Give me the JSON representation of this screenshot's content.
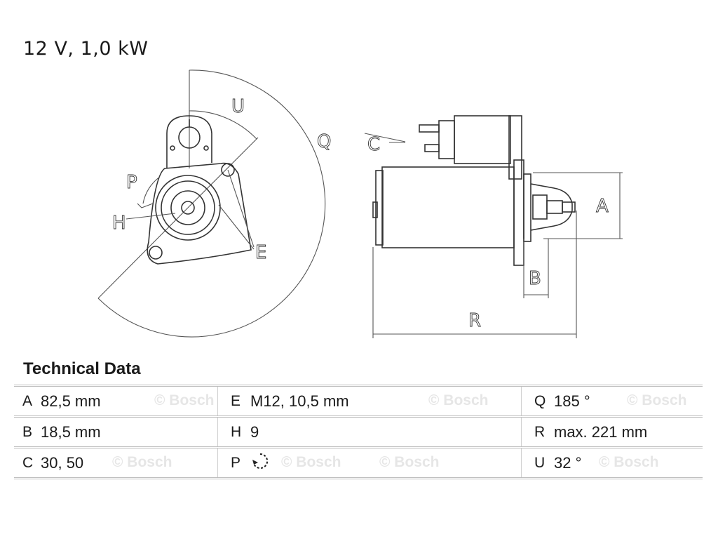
{
  "header": {
    "title": "12 V, 1,0 kW"
  },
  "drawing": {
    "labels": {
      "U": "U",
      "Q": "Q",
      "C": "C",
      "P": "P",
      "H": "H",
      "E": "E",
      "A": "A",
      "B": "B",
      "R": "R"
    }
  },
  "technical_data": {
    "heading": "Technical Data",
    "rows": [
      [
        {
          "key": "A",
          "value": "82,5 mm"
        },
        {
          "key": "E",
          "value": "M12, 10,5 mm"
        },
        {
          "key": "Q",
          "value": "185 °"
        }
      ],
      [
        {
          "key": "B",
          "value": "18,5 mm"
        },
        {
          "key": "H",
          "value": "9"
        },
        {
          "key": "R",
          "value": "max. 221 mm"
        }
      ],
      [
        {
          "key": "C",
          "value": "30, 50"
        },
        {
          "key": "P",
          "icon": "rotation-direction-icon"
        },
        {
          "key": "U",
          "value": "32 °"
        }
      ]
    ]
  },
  "watermark": {
    "text": "© Bosch"
  }
}
